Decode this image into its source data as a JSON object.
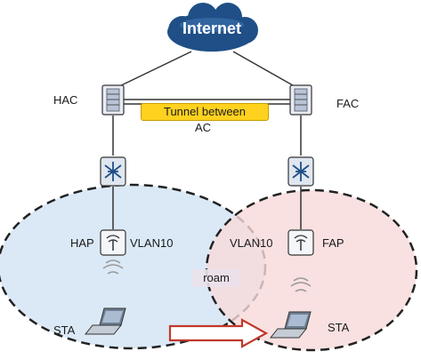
{
  "diagram": {
    "internet_label": "Internet",
    "hac_label": "HAC",
    "fac_label": "FAC",
    "tunnel_label": "Tunnel between",
    "tunnel_label_line2": "AC",
    "hap_label": "HAP",
    "fap_label": "FAP",
    "vlan_left_label": "VLAN10",
    "vlan_right_label": "VLAN10",
    "roam_label": "roam",
    "sta_left_label": "STA",
    "sta_right_label": "STA",
    "colors": {
      "cloud": "#1f4f86",
      "home_zone": "#dbe9f7",
      "foreign_zone": "#f7d9d9",
      "tunnel": "#ffd21f",
      "roam_arrow": "#c0392b"
    },
    "icons": [
      "cloud-icon",
      "firewall-ac-icon",
      "switch-icon",
      "access-point-icon",
      "laptop-icon",
      "wifi-signal-icon",
      "roam-arrow-icon"
    ]
  }
}
